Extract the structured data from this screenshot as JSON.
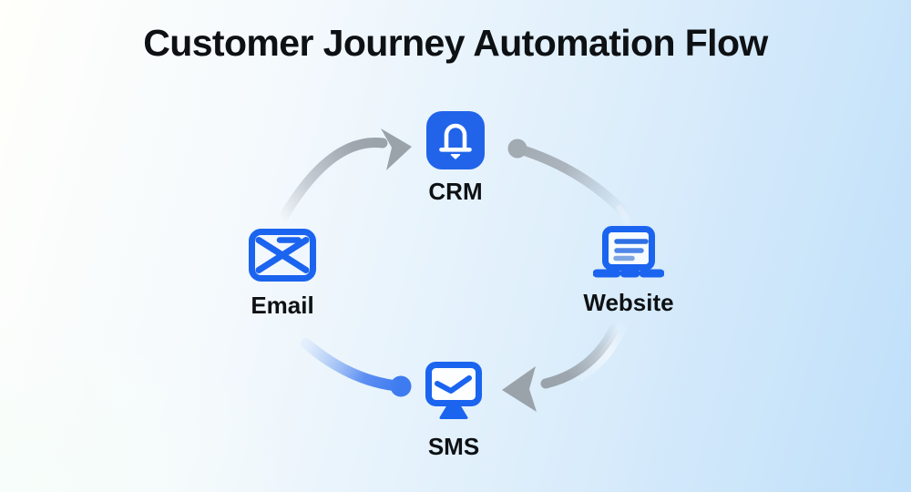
{
  "title": "Customer Journey Automation Flow",
  "nodes": [
    {
      "id": "crm",
      "label": "CRM",
      "icon": "bell-icon",
      "position": "top"
    },
    {
      "id": "website",
      "label": "Website",
      "icon": "laptop-icon",
      "position": "right"
    },
    {
      "id": "sms",
      "label": "SMS",
      "icon": "monitor-check-icon",
      "position": "bottom"
    },
    {
      "id": "email",
      "label": "Email",
      "icon": "envelope-icon",
      "position": "left"
    }
  ],
  "flow": {
    "direction": "clockwise",
    "edges": [
      {
        "from": "email",
        "to": "crm",
        "style": "gray-curved-arrowhead"
      },
      {
        "from": "crm",
        "to": "website",
        "style": "gray-tapered-swoosh"
      },
      {
        "from": "website",
        "to": "sms",
        "style": "gray-curved-arrowhead"
      },
      {
        "from": "sms",
        "to": "email",
        "style": "blue-tapered-swoosh"
      }
    ]
  },
  "colors": {
    "background_top_left": "#fffffb",
    "background_bottom_right": "#bfdffa",
    "icon_outline_blue": "#1b64ef",
    "crm_tile_blue": "#2164e9",
    "arrow_gray": "#9aa2aa",
    "arrow_blue": "#3e7bf0",
    "text": "#0e1114"
  }
}
